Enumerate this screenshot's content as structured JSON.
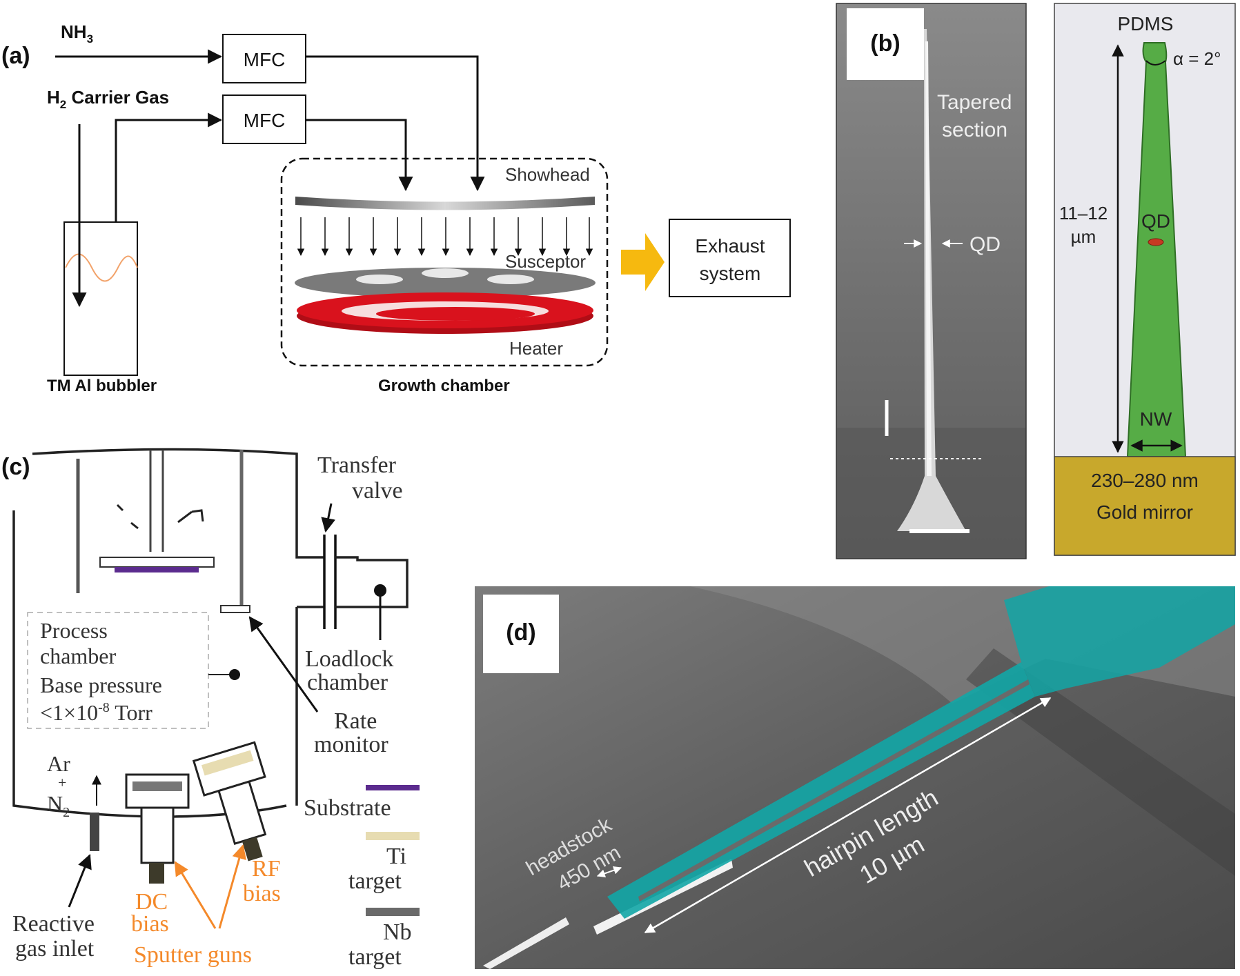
{
  "colors": {
    "heater_red": "#d9121d",
    "exhaust_arrow": "#f6b90f",
    "wave_orange": "#f2a36b",
    "nw_green": "#56ac46",
    "gold": "#c8a82c",
    "qd_red": "#c73a23",
    "substrate_purple": "#5b2b8e",
    "ti_beige": "#e7dcb1",
    "nb_gray": "#6a6a6a",
    "orange_text": "#f4892a",
    "teal": "#12a6a6"
  },
  "panel_a": {
    "label": "(a)",
    "nh3": "NH",
    "nh3_sub": "3",
    "h2": "H",
    "h2_sub": "2",
    "carrier": " Carrier Gas",
    "mfc_top": "MFC",
    "mfc_bottom": "MFC",
    "showhead": "Showhead",
    "susceptor": "Susceptor",
    "heater": "Heater",
    "exhaust_line1": "Exhaust",
    "exhaust_line2": "system",
    "bubbler": "TM Al bubbler",
    "chamber": "Growth chamber"
  },
  "panel_b": {
    "label": "(b)",
    "tapered1": "Tapered",
    "tapered2": "section",
    "qd_sem": "QD",
    "pdms": "PDMS",
    "alpha": "α = 2°",
    "height1": "11–12",
    "height2": "µm",
    "qd": "QD",
    "nw": "NW",
    "gold1": "230–280 nm",
    "gold2": "Gold mirror"
  },
  "panel_c": {
    "label": "(c)",
    "transfer1": "Transfer",
    "transfer2": "valve",
    "process1": "Process",
    "process2": "chamber",
    "base1": "Base pressure",
    "base2": "<1×10",
    "base_exp": "-8",
    "base_unit": " Torr",
    "loadlock1": "Loadlock",
    "loadlock2": "chamber",
    "rate1": "Rate",
    "rate2": "monitor",
    "ar": "Ar",
    "plus": "+",
    "n2": "N",
    "n2_sub": "2",
    "substrate": "Substrate",
    "ti1": "Ti",
    "ti2": "target",
    "nb1": "Nb",
    "nb2": "target",
    "dc1": "DC",
    "dc2": "bias",
    "rf1": "RF",
    "rf2": "bias",
    "reactive1": "Reactive",
    "reactive2": "gas inlet",
    "guns": "Sputter guns"
  },
  "panel_d": {
    "label": "(d)",
    "headstock1": "headstock",
    "headstock2": "450 nm",
    "hairpin1": "hairpin length",
    "hairpin2": "10 µm"
  }
}
